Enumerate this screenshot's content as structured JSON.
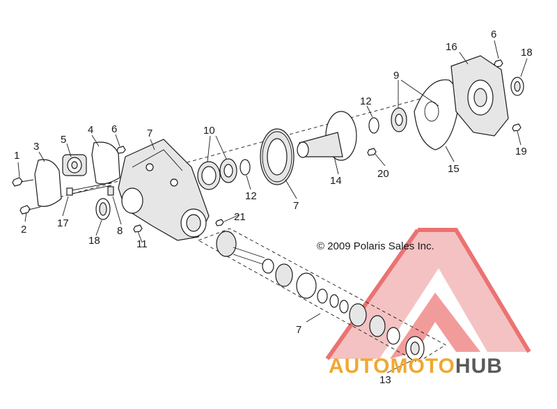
{
  "diagram": {
    "copyright": "© 2009 Polaris Sales Inc.",
    "callouts": [
      {
        "id": "c-1",
        "text": "1"
      },
      {
        "id": "c-2",
        "text": "2"
      },
      {
        "id": "c-3",
        "text": "3"
      },
      {
        "id": "c-4",
        "text": "4"
      },
      {
        "id": "c-5",
        "text": "5"
      },
      {
        "id": "c-6a",
        "text": "6"
      },
      {
        "id": "c-6b",
        "text": "6"
      },
      {
        "id": "c-7a",
        "text": "7"
      },
      {
        "id": "c-7b",
        "text": "7"
      },
      {
        "id": "c-7c",
        "text": "7"
      },
      {
        "id": "c-8",
        "text": "8"
      },
      {
        "id": "c-9",
        "text": "9"
      },
      {
        "id": "c-10",
        "text": "10"
      },
      {
        "id": "c-11",
        "text": "11"
      },
      {
        "id": "c-12a",
        "text": "12"
      },
      {
        "id": "c-12b",
        "text": "12"
      },
      {
        "id": "c-13",
        "text": "13"
      },
      {
        "id": "c-14",
        "text": "14"
      },
      {
        "id": "c-15",
        "text": "15"
      },
      {
        "id": "c-16",
        "text": "16"
      },
      {
        "id": "c-17",
        "text": "17"
      },
      {
        "id": "c-18a",
        "text": "18"
      },
      {
        "id": "c-18b",
        "text": "18"
      },
      {
        "id": "c-19",
        "text": "19"
      },
      {
        "id": "c-20",
        "text": "20"
      },
      {
        "id": "c-21",
        "text": "21"
      }
    ]
  },
  "watermark": {
    "brand_part1": "AUTO",
    "brand_part2": "MOTO",
    "brand_part3": "HUB",
    "color_primary": "#f0a830",
    "color_accent": "#e85a5a",
    "color_dark": "#5a5a5a"
  }
}
